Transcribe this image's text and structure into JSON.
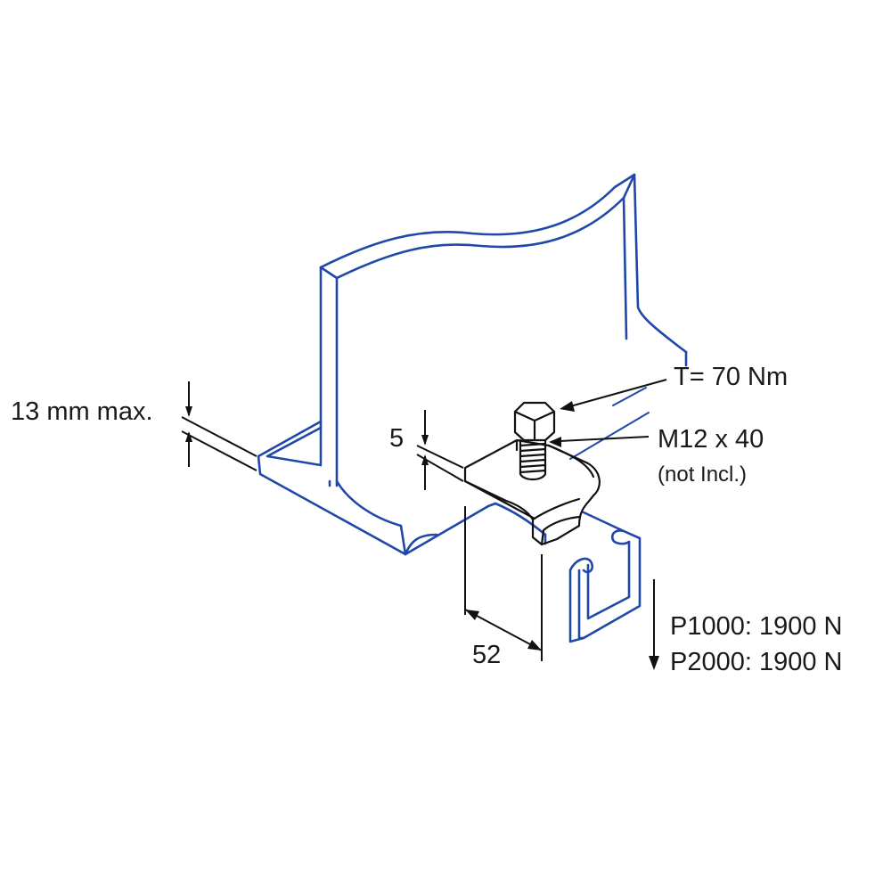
{
  "labels": {
    "flange_thickness": "13 mm max.",
    "clamp_thickness": "5",
    "torque": "T= 70 Nm",
    "bolt_size": "M12 x 40",
    "bolt_note": "(not Incl.)",
    "width": "52",
    "load_p1000": "P1000: 1900 N",
    "load_p2000": "P2000: 1900 N"
  },
  "colors": {
    "beam_outline": "#1f48a8",
    "clamp_outline": "#111111",
    "text": "#1a1a1a"
  }
}
